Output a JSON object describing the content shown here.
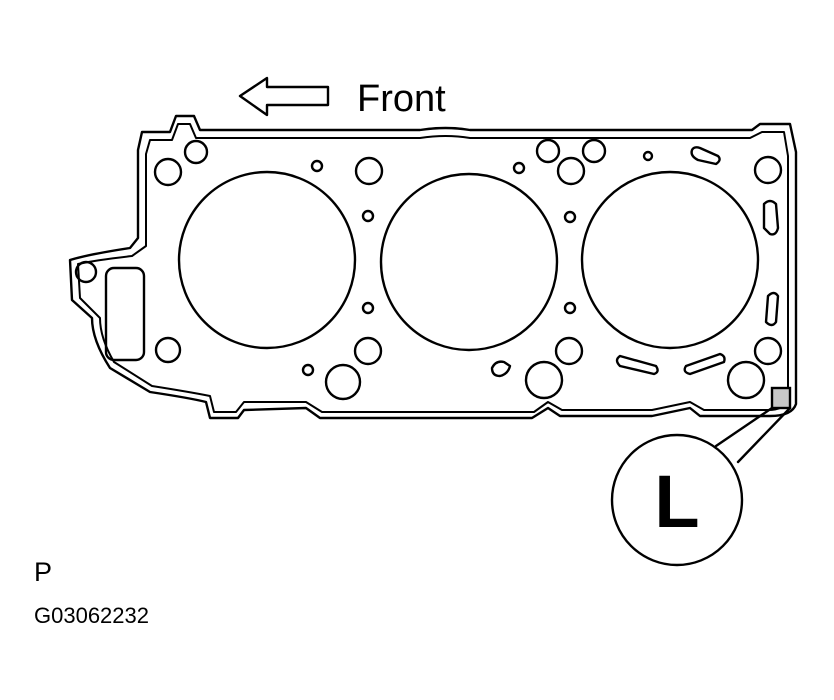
{
  "labels": {
    "front": "Front",
    "callout_letter": "L",
    "view_letter": "P",
    "figure_code": "G03062232"
  },
  "colors": {
    "line": "#000000",
    "marker_fill": "#c8c8c8",
    "background": "#ffffff"
  },
  "icons": {
    "direction_arrow": "arrow-left-outline-icon"
  }
}
